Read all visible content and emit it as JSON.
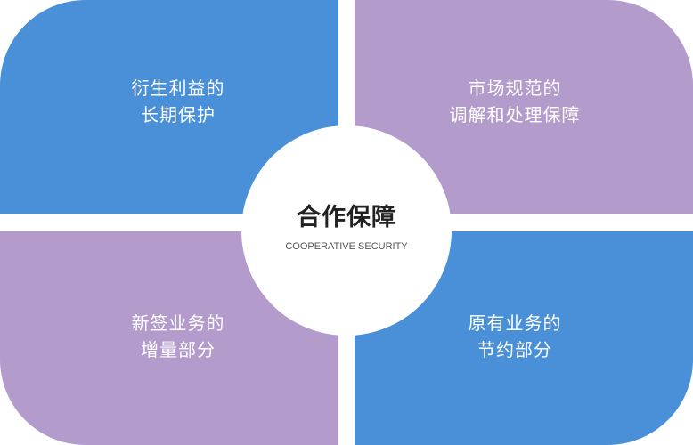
{
  "colors": {
    "blue": "#4a90d9",
    "purple": "#b39ccb",
    "center_bg": "#ffffff"
  },
  "center": {
    "title": "合作保障",
    "subtitle": "COOPERATIVE SECURITY"
  },
  "petals": [
    {
      "position": "top-left",
      "color": "#4a90d9",
      "lines": [
        "衍生利益的",
        "长期保护"
      ]
    },
    {
      "position": "top-right",
      "color": "#b39ccb",
      "lines": [
        "市场规范的",
        "调解和处理保障"
      ]
    },
    {
      "position": "bottom-left",
      "color": "#b39ccb",
      "lines": [
        "新签业务的",
        "增量部分"
      ]
    },
    {
      "position": "bottom-right",
      "color": "#4a90d9",
      "lines": [
        "原有业务的",
        "节约部分"
      ]
    }
  ]
}
